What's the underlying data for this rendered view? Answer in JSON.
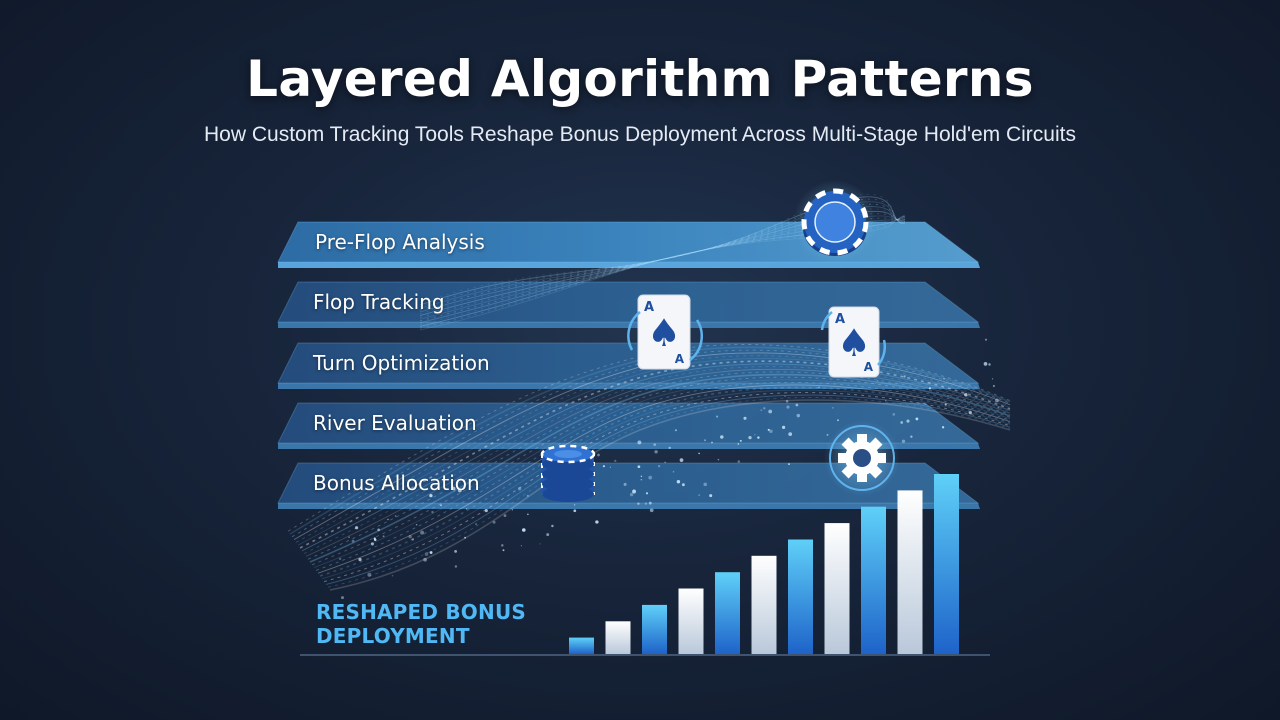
{
  "header": {
    "title": "Layered Algorithm Patterns",
    "subtitle": "How Custom Tracking Tools Reshape Bonus Deployment Across Multi-Stage Hold'em Circuits"
  },
  "layers": [
    {
      "label": "Pre-Flop Analysis"
    },
    {
      "label": "Flop Tracking"
    },
    {
      "label": "Turn Optimization"
    },
    {
      "label": "River Evaluation"
    },
    {
      "label": "Bonus Allocation"
    }
  ],
  "cards": [
    {
      "rank": "A",
      "suit": "♠"
    },
    {
      "rank": "A",
      "suit": "♠"
    }
  ],
  "caption": "RESHAPED BONUS\nDEPLOYMENT",
  "chart_data": {
    "type": "bar",
    "values": [
      1,
      2,
      3,
      4,
      5,
      6,
      7,
      8,
      9,
      10,
      11
    ],
    "trend": "increasing"
  },
  "colors": {
    "background": "#17243a",
    "layer_top": "#3b86c2",
    "layer_edge": "#5fb3ec",
    "accent": "#4fb8f5",
    "chip": "#2563c2",
    "card_suit": "#1f4f9e"
  },
  "icons": [
    "poker-chip-icon",
    "ace-of-spades-card-icon",
    "chip-stack-icon",
    "gear-icon"
  ]
}
